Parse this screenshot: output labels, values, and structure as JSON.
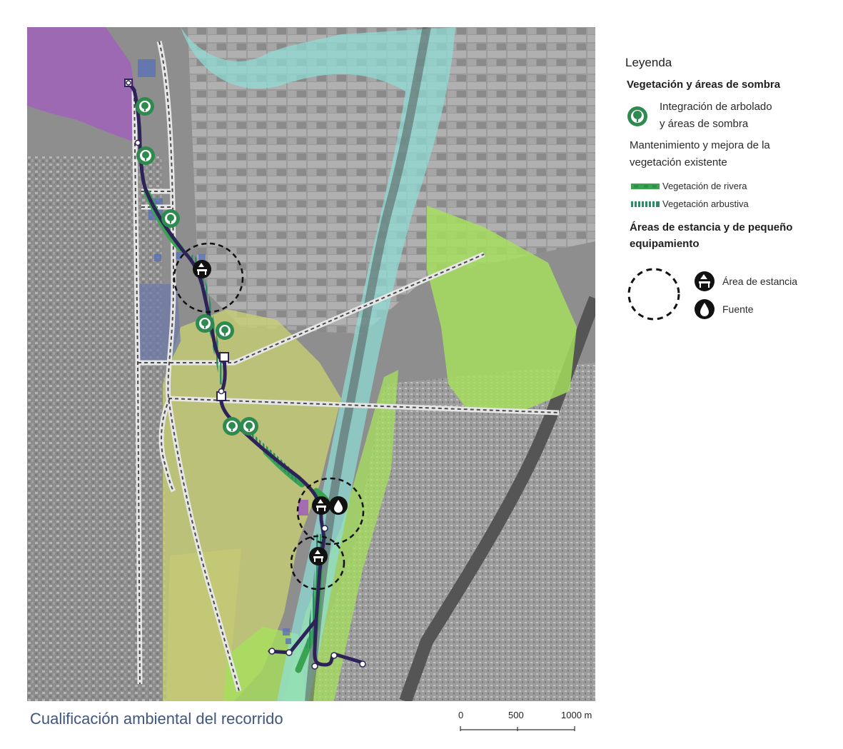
{
  "legend": {
    "title": "Leyenda",
    "section_vegetation": "Vegetación y áreas de sombra",
    "tree_label_line1": "Integración de arbolado",
    "tree_label_line2": "y áreas de sombra",
    "maintenance_line1": "Mantenimiento y mejora de la",
    "maintenance_line2": "vegetación existente",
    "riparian_label": "Vegetación de rivera",
    "shrub_label": "Vegetación arbustiva",
    "section_areas_line1": "Áreas de estancia y de pequeño",
    "section_areas_line2": "equipamiento",
    "stay_area_label": "Área de estancia",
    "fountain_label": "Fuente"
  },
  "caption": "Cualificación ambiental del recorrido",
  "scale": {
    "ticks": [
      "0",
      "500",
      "1000 m"
    ]
  },
  "colors": {
    "route": "#2e2358",
    "riparian": "#3aa352",
    "shrub": "#2d8b66",
    "tree_marker": "#2e8a4e",
    "river_band": "#8fe0d8",
    "green_park": "#a6e05c",
    "olive_area": "#c9cf73",
    "urban_purple": "#a063b8",
    "caption": "#3f5582"
  }
}
